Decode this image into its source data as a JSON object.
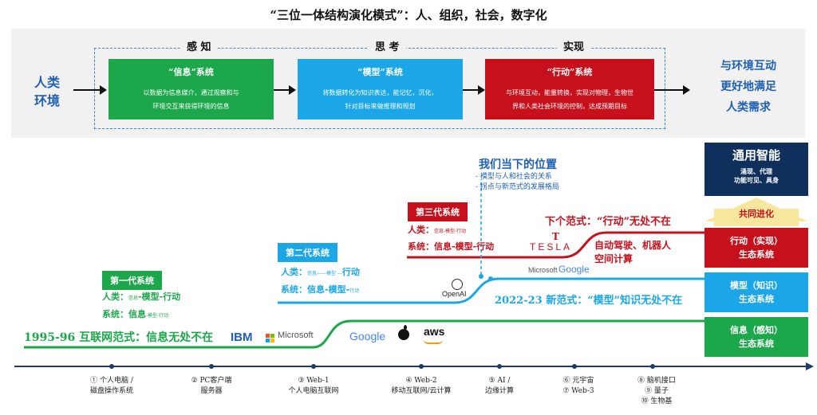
{
  "title": "“三位一体结构演化模式”：人、组织，社会，数字化",
  "phases": {
    "sense": "感 知",
    "think": "思 考",
    "act": "实现"
  },
  "human_env": [
    "人类",
    "环境"
  ],
  "right_goal": [
    "与环境互动",
    "更好地满足",
    "人类需求"
  ],
  "systems": [
    {
      "title": "“信息”系统",
      "desc": [
        "以数据为信息媒介，通过观察和与",
        "环境交互来获得环境的信息"
      ]
    },
    {
      "title": "“模型”系统",
      "desc": [
        "将数据转化为知识表达，能记忆，沉化，",
        "针对目标来做推理和规划"
      ]
    },
    {
      "title": "“行动”系统",
      "desc": [
        "与环境互动，能量转换，实现对物理，生物世",
        "界和人类社会环境的控制，达成预期目标"
      ]
    }
  ],
  "position_note": {
    "title": "我们当下的位置",
    "items": [
      "- 模型与人和社会的关系",
      "- 拐点与新范式的发展格局"
    ]
  },
  "gen1": {
    "tag": "第一代系统",
    "human_prefix": "人类：",
    "human_small": "信息",
    "human_main": "-模型-行动",
    "system_prefix": "系统：",
    "system_main": "信息",
    "system_small": "-模型-行动",
    "paradigm": "1995-96 互联网范式：信息无处不在"
  },
  "gen2": {
    "tag": "第二代系统",
    "human_prefix": "人类：",
    "human_small": "信息——模型 —",
    "human_main": "行动",
    "system_prefix": "系统：",
    "system_main": "信息-模型-",
    "system_small": "行动",
    "paradigm": "2022-23 新范式：“模型”知识无处不在"
  },
  "gen3": {
    "tag": "第三代系统",
    "human_prefix": "人类：",
    "human_small": "信息-模型-行动",
    "system_prefix": "系统：",
    "system_main": "信息-模型-行动",
    "paradigm": "下个范式：“行动”无处不在",
    "sub": [
      "自动驾驶、机器人",
      "空间计算"
    ]
  },
  "logos": {
    "ibm": "IBM",
    "microsoft": "Microsoft",
    "google": "Google",
    "aws": "aws",
    "openai": "OpenAI",
    "tesla": "TESLA",
    "ms_google_a": "Microsoft",
    "ms_google_b": "Google"
  },
  "stack": {
    "top_title": "通用智能",
    "top_sub": [
      "涌现、代理",
      "功能可见、具身"
    ],
    "evolve": "共同进化",
    "layers": [
      [
        "行动（实现）",
        "生态系统"
      ],
      [
        "模型（知识）",
        "生态系统"
      ],
      [
        "信息（感知）",
        "生态系统"
      ]
    ]
  },
  "timeline": [
    [
      "① 个人电脑 /",
      "磁盘操作系统"
    ],
    [
      "② PC客户端",
      "服务器"
    ],
    [
      "③ Web-1",
      "个人电脑互联网"
    ],
    [
      "④ Web-2",
      "移动互联网/云计算"
    ],
    [
      "⑤ AI /",
      "边缘计算"
    ],
    [
      "⑥ 元宇宙",
      "⑦ Web-3"
    ],
    [
      "⑧ 脑机接口",
      "⑨ 量子",
      "⑩ 生物基"
    ]
  ],
  "colors": {
    "green": "#1ba74a",
    "blue": "#1aa6e7",
    "red": "#c6101c",
    "navy": "#0f2f5c",
    "timeline": "#1b3b6b",
    "accent_blue": "#1f5fb4"
  }
}
